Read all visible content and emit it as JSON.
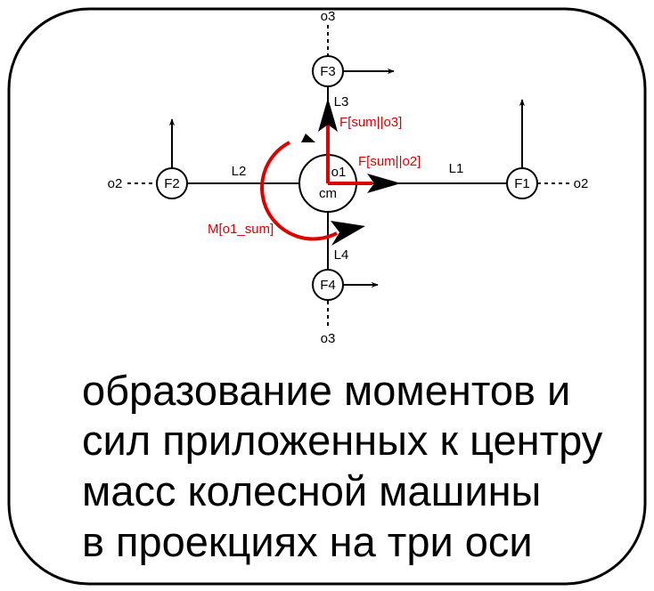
{
  "colors": {
    "stroke": "#000000",
    "accent": "#dd0000",
    "background": "#ffffff"
  },
  "nodes": {
    "f1": "F1",
    "f2": "F2",
    "f3": "F3",
    "f4": "F4",
    "center_top": "o1",
    "center_bottom": "cm"
  },
  "axes": {
    "o2_left": "o2",
    "o2_right": "o2",
    "o3_top": "o3",
    "o3_bottom": "o3"
  },
  "arms": {
    "l1": "L1",
    "l2": "L2",
    "l3": "L3",
    "l4": "L4"
  },
  "vectors": {
    "sum_o3": "F[sum||o3]",
    "sum_o2": "F[sum||o2]",
    "moment": "M[o1_sum]"
  },
  "caption": {
    "line1": "образование моментов и",
    "line2": "сил приложенных к центру",
    "line3": "масс колесной машины",
    "line4": "в проекциях на три оси"
  }
}
